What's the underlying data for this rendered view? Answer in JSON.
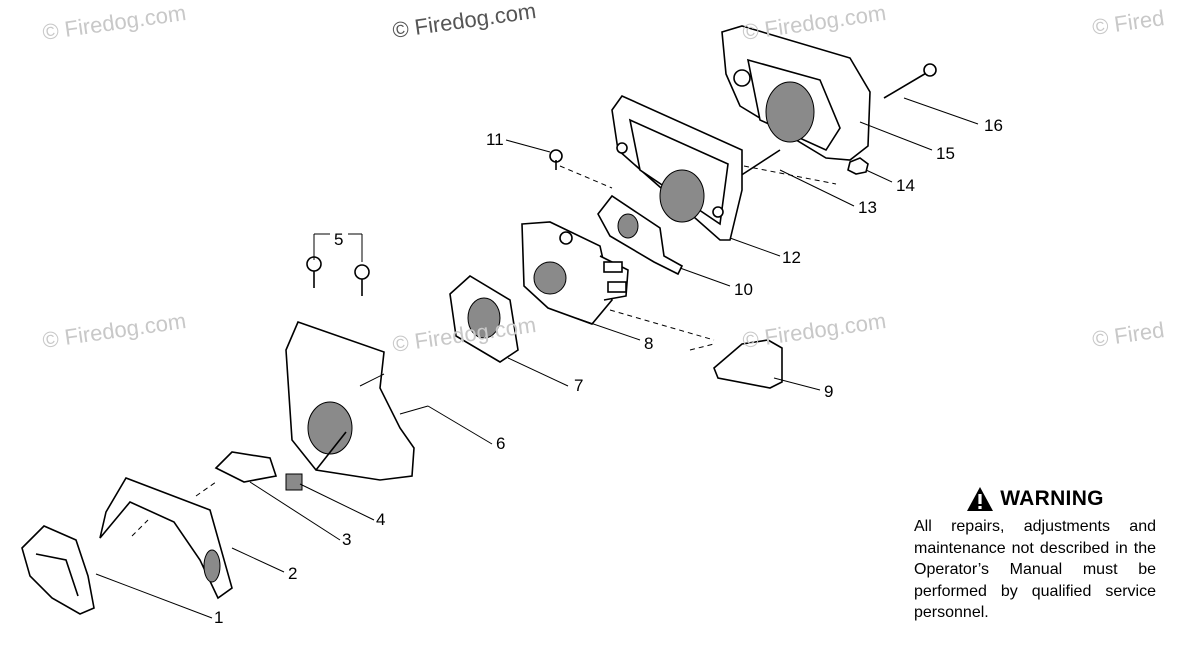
{
  "watermarks": [
    {
      "id": "wm1",
      "text": "© Firedog.com"
    },
    {
      "id": "wm2",
      "text": "© Firedog.com"
    },
    {
      "id": "wm3",
      "text": "© Firedog.com"
    },
    {
      "id": "wm4",
      "text": "© Fired"
    },
    {
      "id": "wm5",
      "text": "© Firedog.com"
    },
    {
      "id": "wm6",
      "text": "© Firedog.com"
    },
    {
      "id": "wm7",
      "text": "© Firedog.com"
    },
    {
      "id": "wm8",
      "text": "© Fired"
    }
  ],
  "callouts": [
    "1",
    "2",
    "3",
    "4",
    "5",
    "6",
    "7",
    "8",
    "9",
    "10",
    "11",
    "12",
    "13",
    "14",
    "15",
    "16"
  ],
  "warning": {
    "title": "WARNING",
    "icon": "warning-triangle-icon",
    "text": "All repairs, adjustments and maintenance not described in the Operator’s Manual must be performed by qualified service personnel."
  }
}
